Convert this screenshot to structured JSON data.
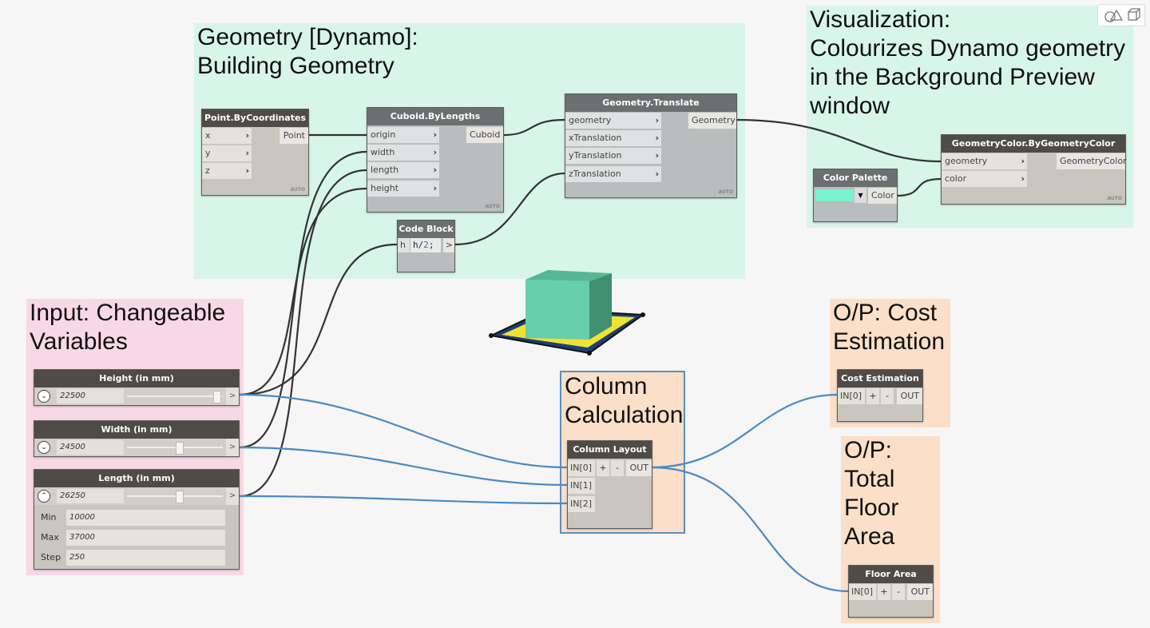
{
  "groups": {
    "geometry": "Geometry [Dynamo]:\nBuilding Geometry",
    "visualization": "Visualization:\nColourizes Dynamo geometry\nin the Background Preview\nwindow",
    "input": "Input: Changeable\nVariables",
    "column": "Column\nCalculation",
    "cost": "O/P: Cost\nEstimation",
    "floor": "O/P:\nTotal\nFloor\nArea"
  },
  "nodes": {
    "point": {
      "title": "Point.ByCoordinates",
      "inputs": [
        "x",
        "y",
        "z"
      ],
      "output": "Point",
      "lacing": "AUTO"
    },
    "cuboid": {
      "title": "Cuboid.ByLengths",
      "inputs": [
        "origin",
        "width",
        "length",
        "height"
      ],
      "output": "Cuboid",
      "lacing": "AUTO"
    },
    "translate": {
      "title": "Geometry.Translate",
      "inputs": [
        "geometry",
        "xTranslation",
        "yTranslation",
        "zTranslation"
      ],
      "output": "Geometry",
      "lacing": "AUTO"
    },
    "geomcolor": {
      "title": "GeometryColor.ByGeometryColor",
      "inputs": [
        "geometry",
        "color"
      ],
      "output": "GeometryColor",
      "lacing": "AUTO"
    },
    "palette": {
      "title": "Color Palette",
      "output": "Color",
      "swatch": "#7af2cf"
    },
    "codeblock": {
      "title": "Code Block",
      "input": "h",
      "code_var": "h/",
      "code_num": "2",
      "code_end": ";",
      "output": ">"
    },
    "height": {
      "title": "Height (in mm)",
      "value": "22500",
      "fraction": 0.93,
      "expand": "⌄",
      "out": ">"
    },
    "width": {
      "title": "Width (in mm)",
      "value": "24500",
      "fraction": 0.54,
      "expand": "⌄",
      "out": ">"
    },
    "length": {
      "title": "Length (in mm)",
      "value": "26250",
      "fraction": 0.54,
      "expand": "⌃",
      "out": ">",
      "min_label": "Min",
      "min": "10000",
      "max_label": "Max",
      "max": "37000",
      "step_label": "Step",
      "step": "250"
    },
    "column": {
      "title": "Column Layout",
      "inputs": [
        "IN[0]",
        "IN[1]",
        "IN[2]"
      ],
      "add": "+",
      "remove": "-",
      "output": "OUT"
    },
    "cost": {
      "title": "Cost Estimation",
      "inputs": [
        "IN[0]"
      ],
      "add": "+",
      "remove": "-",
      "output": "OUT"
    },
    "floor": {
      "title": "Floor Area",
      "inputs": [
        "IN[0]"
      ],
      "add": "+",
      "remove": "-",
      "output": "OUT"
    }
  },
  "preview_toggle": {
    "icons": [
      "geometry-view-icon",
      "3d-view-icon"
    ]
  },
  "colors": {
    "wire_dark": "#333333",
    "wire_blue": "#4a8ac4",
    "group_green": "#d8f5ea",
    "group_pink": "#f9d8e6",
    "group_peach": "#fbdfc8"
  }
}
